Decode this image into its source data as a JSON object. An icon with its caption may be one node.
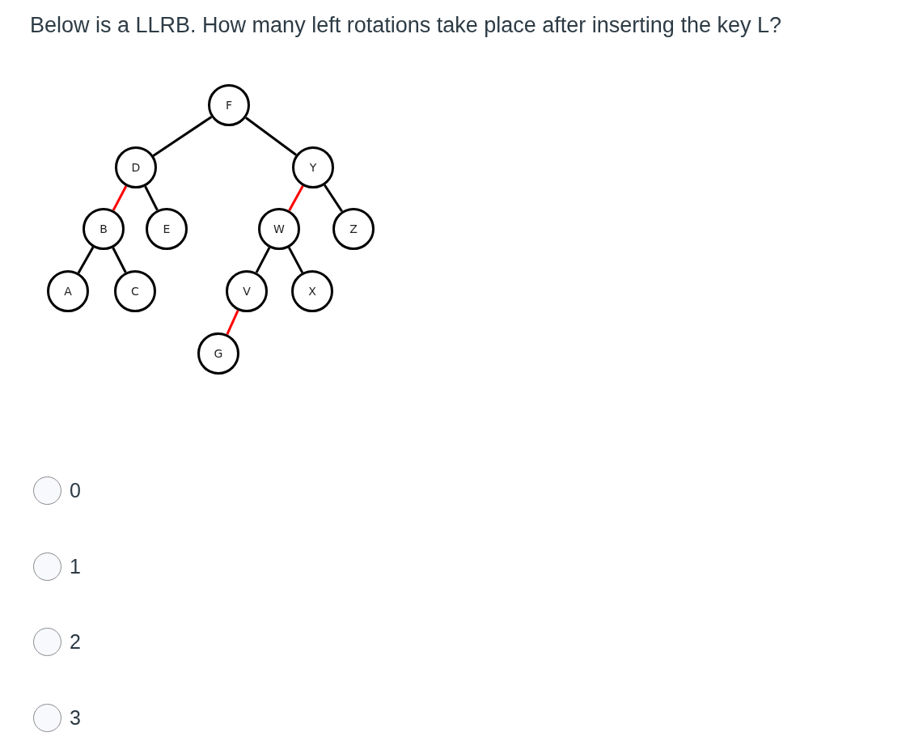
{
  "diagram": {
    "title": "Below is a LLRB. How many left rotations take place after inserting the key L?",
    "nodes": [
      {
        "text": [
          "F"
        ]
      },
      {
        "text": [
          "D"
        ]
      },
      {
        "text": [
          "Y"
        ]
      },
      {
        "text": [
          "B"
        ]
      },
      {
        "text": [
          "E"
        ]
      },
      {
        "text": [
          "W"
        ]
      },
      {
        "text": [
          "Z"
        ]
      },
      {
        "text": [
          "A"
        ]
      },
      {
        "text": [
          "C"
        ]
      },
      {
        "text": [
          "V"
        ]
      },
      {
        "text": [
          "X"
        ]
      },
      {
        "text": [
          "G"
        ]
      }
    ],
    "edges": [
      {
        "from": 0,
        "to": 1,
        "arrow": "none"
      },
      {
        "from": 0,
        "to": 2,
        "arrow": "none"
      },
      {
        "from": 1,
        "to": 3,
        "arrow": "none",
        "color": "#ff0000"
      },
      {
        "from": 1,
        "to": 4,
        "arrow": "none"
      },
      {
        "from": 2,
        "to": 5,
        "arrow": "none",
        "color": "#ff0000"
      },
      {
        "from": 2,
        "to": 6,
        "arrow": "none"
      },
      {
        "from": 3,
        "to": 7,
        "arrow": "none"
      },
      {
        "from": 3,
        "to": 8,
        "arrow": "none"
      },
      {
        "from": 5,
        "to": 9,
        "arrow": "none"
      },
      {
        "from": 5,
        "to": 10,
        "arrow": "none"
      },
      {
        "from": 9,
        "to": 11,
        "arrow": "none",
        "color": "#ff0000"
      }
    ],
    "labels": [
      "0",
      "1",
      "2",
      "3"
    ]
  }
}
